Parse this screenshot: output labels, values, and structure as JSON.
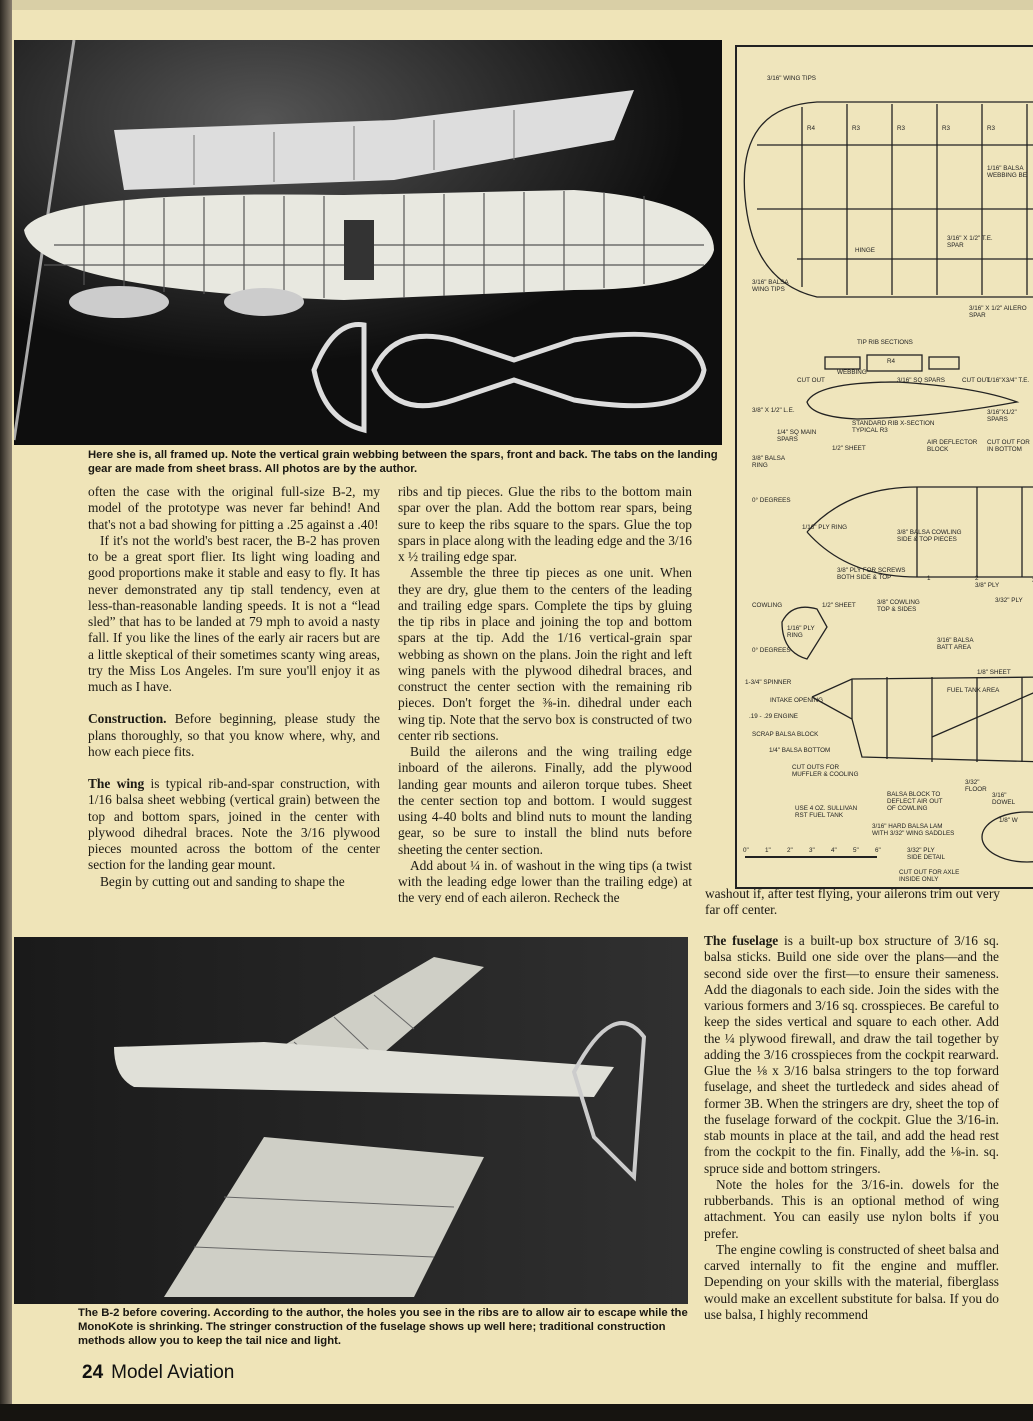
{
  "photo_top": {
    "caption": "Here she is, all framed up. Note the vertical grain webbing between the spars, front and back. The tabs on the landing gear are made from sheet brass. All photos are by the author."
  },
  "photo_bottom": {
    "caption": "The B-2 before covering. According to the author, the holes you see in the ribs are to allow air to escape while the MonoKote is shrinking. The stringer construction of the fuselage shows up well here; traditional construction methods allow you to keep the tail nice and light."
  },
  "column1": [
    {
      "lead": "",
      "text": "often the case with the original full-size B-2, my model of the prototype was never far behind! And that's not a bad showing for pitting a .25 against a .40!"
    },
    {
      "lead": "",
      "text": "If it's not the world's best racer, the B-2 has proven to be a great sport flier. Its light wing loading and good proportions make it stable and easy to fly. It has never demonstrated any tip stall tendency, even at less-than-reasonable landing speeds. It is not a “lead sled” that has to be landed at 79 mph to avoid a nasty fall. If you like the lines of the early air racers but are a little skeptical of their sometimes scanty wing areas, try the Miss Los Angeles. I'm sure you'll enjoy it as much as I have."
    },
    {
      "lead": "Construction.",
      "text": " Before beginning, please study the plans thoroughly, so that you know where, why, and how each piece fits."
    },
    {
      "lead": "The wing",
      "text": " is typical rib-and-spar construction, with 1/16 balsa sheet webbing (vertical grain) between the top and bottom spars, joined in the center with plywood dihedral braces. Note the 3/16 plywood pieces mounted across the bottom of the center section for the landing gear mount."
    },
    {
      "lead": "",
      "text": "Begin by cutting out and sanding to shape the"
    }
  ],
  "column2": [
    {
      "lead": "",
      "text": "ribs and tip pieces. Glue the ribs to the bottom main spar over the plan. Add the bottom rear spars, being sure to keep the ribs square to the spars. Glue the top spars in place along with the leading edge and the 3/16 x ½ trailing edge spar."
    },
    {
      "lead": "",
      "text": "Assemble the three tip pieces as one unit. When they are dry, glue them to the centers of the leading and trailing edge spars. Complete the tips by gluing the tip ribs in place and joining the top and bottom spars at the tip. Add the 1/16 vertical-grain spar webbing as shown on the plans. Join the right and left wing panels with the plywood dihedral braces, and construct the center section with the remaining rib pieces. Don't forget the ⅜-in. dihedral under each wing tip. Note that the servo box is constructed of two center rib sections."
    },
    {
      "lead": "",
      "text": "Build the ailerons and the wing trailing edge inboard of the ailerons. Finally, add the plywood landing gear mounts and aileron torque tubes. Sheet the center section top and bottom. I would suggest using 4-40 bolts and blind nuts to mount the landing gear, so be sure to install the blind nuts before sheeting the center section."
    },
    {
      "lead": "",
      "text": "Add about ¼ in. of washout in the wing tips (a twist with the leading edge lower than the trailing edge) at the very end of each aileron. Recheck the"
    }
  ],
  "column3_top": {
    "text": "washout if, after test flying, your ailerons trim out very far off center."
  },
  "column3": [
    {
      "lead": "The fuselage",
      "text": " is a built-up box structure of 3/16 sq. balsa sticks. Build one side over the plans—and the second side over the first—to ensure their sameness. Add the diagonals to each side. Join the sides with the various formers and 3/16 sq. crosspieces. Be careful to keep the sides vertical and square to each other. Add the ¼ plywood firewall, and draw the tail together by adding the 3/16 crosspieces from the cockpit rearward. Glue the ⅛ x 3/16 balsa stringers to the top forward fuselage, and sheet the turtledeck and sides ahead of former 3B. When the stringers are dry, sheet the top of the fuselage forward of the cockpit. Glue the 3/16-in. stab mounts in place at the tail, and add the head rest from the cockpit to the fin. Finally, add the ⅛-in. sq. spruce side and bottom stringers."
    },
    {
      "lead": "",
      "text": "Note the holes for the 3/16-in. dowels for the rubberbands. This is an optional method of wing attachment. You can easily use nylon bolts if you prefer."
    },
    {
      "lead": "",
      "text": "The engine cowling is constructed of sheet balsa and carved internally to fit the engine and muffler. Depending on your skills with the material, fiberglass would make an excellent substitute for balsa. If you do use balsa, I highly recommend"
    }
  ],
  "plan_labels": [
    "3/16\" WING TIPS",
    "R4",
    "R3",
    "R3",
    "R3",
    "R3",
    "1/16\" BALSA\nWEBBING BE",
    "3/16\" x 1/2\" T.E.\nSPAR",
    "HINGE",
    "3/16\" BALSA\nWING TIPS",
    "3/16\" x 1/2\" AILERO\nSPAR",
    "TIP RIB SECTIONS",
    "R4",
    "WEBBING",
    "CUT OUT",
    "3/16\" SQ SPARS",
    "CUT OUT",
    "1/16\"x3/4\" T.E.",
    "3/8\" x 1/2\" L.E.",
    "STANDARD RIB X-SECTION\nTYPICAL R3",
    "1/4\" SQ MAIN\nSPARS",
    "3/16\"x1/2\"\nSPARS",
    "1/2\" SHEET",
    "AIR DEFLECTOR\nBLOCK",
    "CUT OUT FOR\nIN BOTTOM",
    "3/8\" BALSA\nRING",
    "0° DEGREES",
    "1/16\" PLY RING",
    "3/8\" BALSA COWLING\nSIDE & TOP PIECES",
    "3/8\" PLY FOR SCREWS\nBOTH SIDE & TOP",
    "COWLING",
    "1/2\" SHEET",
    "3/8\" COWLING\nTOP & SIDES",
    "1",
    "2\n3/8\" PLY",
    "3a",
    "3/32\" PLY",
    "1/16\" PLY\nRING",
    "0° DEGREES",
    "3/16\" BALSA\nBATT AREA",
    "1/8\" SHEET",
    "FUEL TANK AREA",
    "1-3/4\" SPINNER",
    "INTAKE OPENING",
    ".19 - .29 ENGINE",
    "SCRAP BALSA BLOCK",
    "1/4\" BALSA BOTTOM",
    "CUT OUTS FOR\nMUFFLER & COOLING",
    "3/32\"\nFLOOR",
    "BALSA BLOCK TO\nDEFLECT AIR OUT\nOF COWLING",
    "3/16\"\nDOWEL",
    "1/8\" W",
    "3/16\" HARD BALSA LAM\nWITH 3/32\" WING SADDLES",
    "USE 4 OZ. SULLIVAN\nRST FUEL TANK",
    "3/32\" PLY\nSIDE DETAIL",
    "CUT OUT FOR AXLE\nINSIDE ONLY"
  ],
  "plan_scale": [
    "0\"",
    "1\"",
    "2\"",
    "3\"",
    "4\"",
    "5\"",
    "6\""
  ],
  "footer": {
    "page_number": "24",
    "publication": "Model Aviation"
  }
}
